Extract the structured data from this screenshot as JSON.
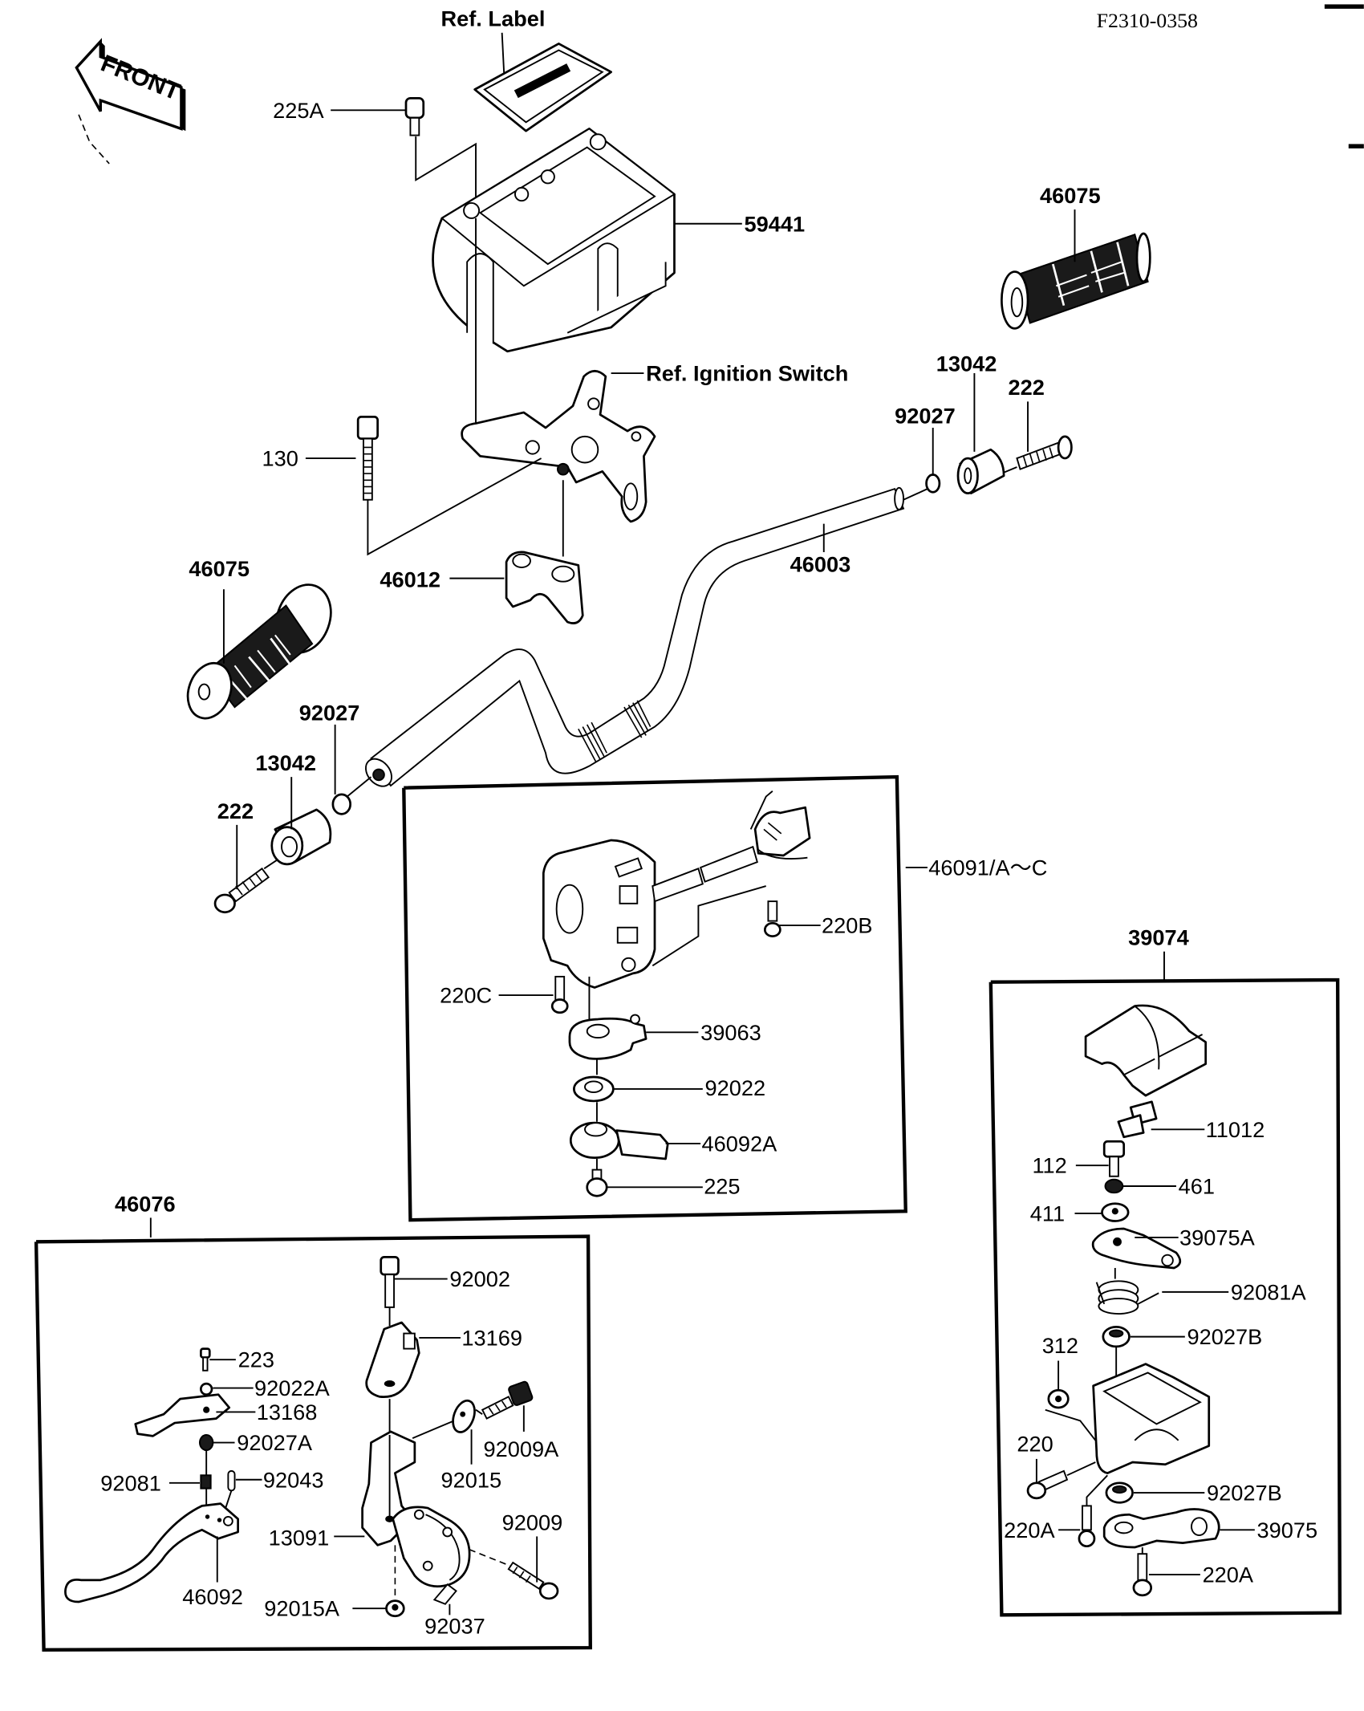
{
  "document": {
    "id": "F2310-0358",
    "front_marker": "FRONT",
    "colors": {
      "ink": "#000000",
      "paper": "#ffffff"
    }
  },
  "callouts": {
    "ref_label": "Ref. Label",
    "ref_ignition_switch": "Ref. Ignition Switch",
    "p225A": "225A",
    "p59441": "59441",
    "p46075_right": "46075",
    "p13042_right": "13042",
    "p222_right": "222",
    "p92027_right": "92027",
    "p130": "130",
    "p46012": "46012",
    "p46003": "46003",
    "p46075_left": "46075",
    "p92027_left": "92027",
    "p13042_left": "13042",
    "p222_left": "222"
  },
  "switch_assembly": {
    "assembly_number": "46091/A〜C",
    "parts": {
      "p220B": "220B",
      "p220C": "220C",
      "p39063": "39063",
      "p92022": "92022",
      "p46092A": "46092A",
      "p225": "225"
    }
  },
  "throttle_assembly": {
    "assembly_number": "39074",
    "parts": {
      "p11012": "11012",
      "p112": "112",
      "p461": "461",
      "p411": "411",
      "p39075A": "39075A",
      "p92081A": "92081A",
      "p92027B_upper": "92027B",
      "p312": "312",
      "p220": "220",
      "p92027B_lower": "92027B",
      "p220A_left": "220A",
      "p39075": "39075",
      "p220A_bottom": "220A"
    }
  },
  "lever_assembly": {
    "assembly_number": "46076",
    "parts": {
      "p92002": "92002",
      "p13169": "13169",
      "p223": "223",
      "p92022A": "92022A",
      "p13168": "13168",
      "p92027A": "92027A",
      "p92081": "92081",
      "p92043": "92043",
      "p92009A": "92009A",
      "p92015": "92015",
      "p13091": "13091",
      "p92009": "92009",
      "p46092": "46092",
      "p92015A": "92015A",
      "p92037": "92037"
    }
  }
}
